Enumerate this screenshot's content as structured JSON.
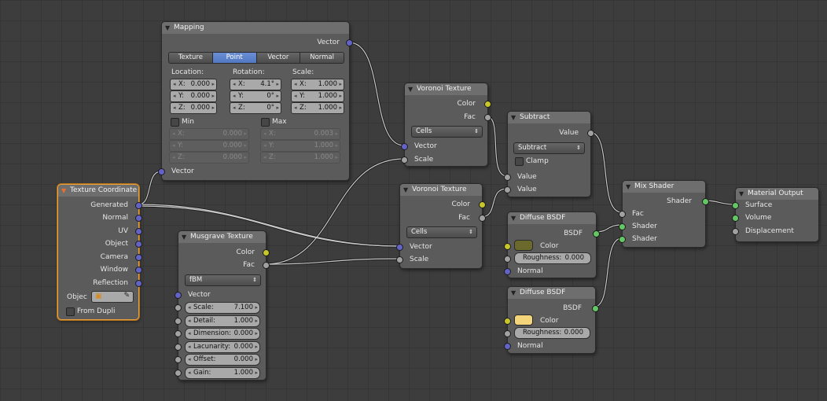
{
  "colors": {
    "vector_socket": "#6363c7",
    "color_socket": "#c7c729",
    "value_socket": "#a1a1a1",
    "shader_socket": "#63c763",
    "active_border": "#e8a23c",
    "tab_selected": "#5278c2"
  },
  "mapping": {
    "title": "Mapping",
    "out_vector": "Vector",
    "in_vector": "Vector",
    "tabs": [
      "Texture",
      "Point",
      "Vector",
      "Normal"
    ],
    "selected_tab": "Point",
    "location_label": "Location:",
    "rotation_label": "Rotation:",
    "scale_label": "Scale:",
    "location": {
      "x_label": "X:",
      "x": "0.000",
      "y_label": "Y:",
      "y": "0.000",
      "z_label": "Z:",
      "z": "0.000"
    },
    "rotation": {
      "x_label": "X:",
      "x": "4.1°",
      "y_label": "Y:",
      "y": "0°",
      "z_label": "Z:",
      "z": "0°"
    },
    "scale": {
      "x_label": "X:",
      "x": "1.000",
      "y_label": "Y:",
      "y": "1.000",
      "z_label": "Z:",
      "z": "1.000"
    },
    "min_label": "Min",
    "max_label": "Max",
    "min": {
      "x_label": "X:",
      "x": "0.000",
      "y_label": "Y:",
      "y": "0.000",
      "z_label": "Z:",
      "z": "0.000"
    },
    "max": {
      "x_label": "X:",
      "x": "0.003",
      "y_label": "Y:",
      "y": "1.000",
      "z_label": "Z:",
      "z": "1.000"
    }
  },
  "texcoord": {
    "title": "Texture Coordinate",
    "outputs": [
      "Generated",
      "Normal",
      "UV",
      "Object",
      "Camera",
      "Window",
      "Reflection"
    ],
    "object_label": "Objec",
    "from_dupli": "From Dupli"
  },
  "musgrave": {
    "title": "Musgrave Texture",
    "out_color": "Color",
    "out_fac": "Fac",
    "type": "fBM",
    "in_vector": "Vector",
    "params": [
      {
        "label": "Scale:",
        "value": "7.100"
      },
      {
        "label": "Detail:",
        "value": "1.000"
      },
      {
        "label": "Dimension:",
        "value": "0.000"
      },
      {
        "label": "Lacunarity:",
        "value": "0.000"
      },
      {
        "label": "Offset:",
        "value": "0.000"
      },
      {
        "label": "Gain:",
        "value": "1.000"
      }
    ]
  },
  "voronoi1": {
    "title": "Voronoi Texture",
    "out_color": "Color",
    "out_fac": "Fac",
    "coloring": "Cells",
    "in_vector": "Vector",
    "in_scale": "Scale"
  },
  "voronoi2": {
    "title": "Voronoi Texture",
    "out_color": "Color",
    "out_fac": "Fac",
    "coloring": "Cells",
    "in_vector": "Vector",
    "in_scale": "Scale"
  },
  "subtract": {
    "title": "Subtract",
    "out_value": "Value",
    "operation": "Subtract",
    "clamp": "Clamp",
    "in_value1": "Value",
    "in_value2": "Value"
  },
  "diffuse1": {
    "title": "Diffuse BSDF",
    "out": "BSDF",
    "color_label": "Color",
    "color": "#6b6a2c",
    "roughness_label": "Roughness:",
    "roughness": "0.000",
    "normal": "Normal"
  },
  "diffuse2": {
    "title": "Diffuse BSDF",
    "out": "BSDF",
    "color_label": "Color",
    "color": "#f5d57c",
    "roughness_label": "Roughness:",
    "roughness": "0.000",
    "normal": "Normal"
  },
  "mix": {
    "title": "Mix Shader",
    "out": "Shader",
    "in_fac": "Fac",
    "in_shader1": "Shader",
    "in_shader2": "Shader"
  },
  "output": {
    "title": "Material Output",
    "surface": "Surface",
    "volume": "Volume",
    "displacement": "Displacement"
  }
}
